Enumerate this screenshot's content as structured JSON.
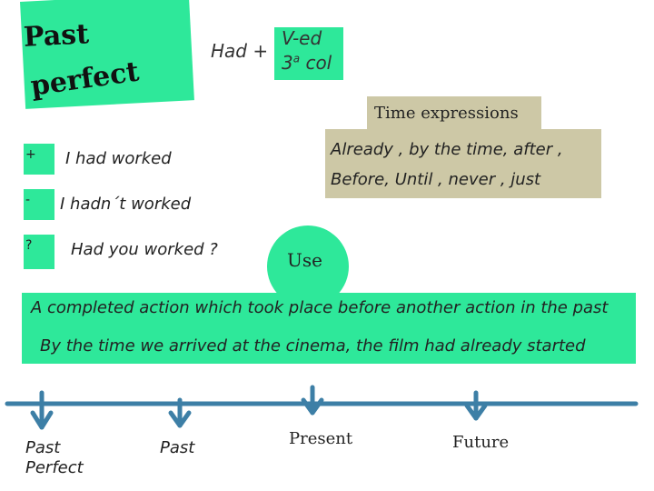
{
  "title": {
    "line1": "Past",
    "line2": "perfect"
  },
  "formula": {
    "had": "Had +",
    "line1": "V-ed",
    "line2_base": "3",
    "line2_sup": "a",
    "line2_rest": " col"
  },
  "forms": {
    "positive": {
      "symbol": "+",
      "example": "I had worked"
    },
    "negative": {
      "symbol": "-",
      "example": "I hadn´t  worked"
    },
    "question": {
      "symbol": "?",
      "example": "Had you worked ?"
    }
  },
  "time_expressions": {
    "heading": "Time expressions",
    "line1": "Already ,  by the time,  after ,",
    "line2": "Before,  Until ,  never ,  just"
  },
  "use": {
    "label": "Use",
    "definition": "A completed action which took place before another  action in the past",
    "example": "By the time we arrived at the cinema, the film had already started"
  },
  "timeline": {
    "past_perfect_1": "Past",
    "past_perfect_2": "Perfect",
    "past": "Past",
    "present": "Present",
    "future": "Future"
  },
  "colors": {
    "green": "#2ee89a",
    "khaki": "#cdc8a6",
    "arrow": "#3d7fa6"
  }
}
